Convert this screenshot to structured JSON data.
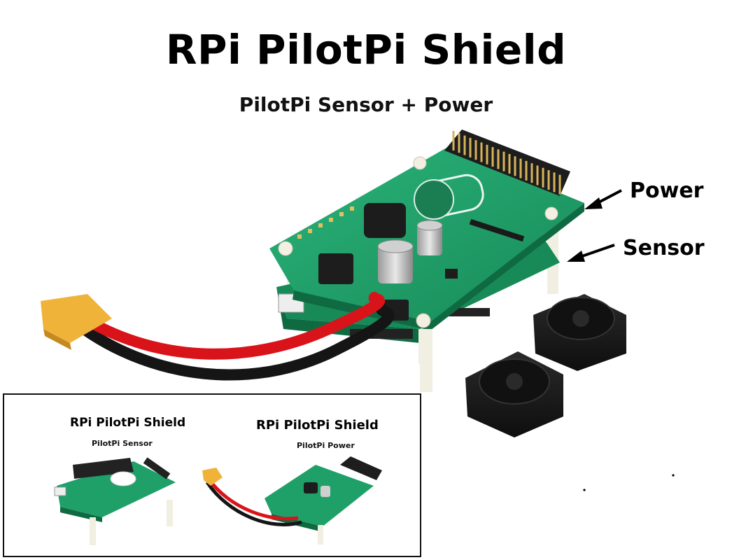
{
  "header": {
    "title": "RPi PilotPi Shield",
    "subtitle": "PilotPi Sensor + Power"
  },
  "callouts": {
    "power": "Power",
    "sensor": "Sensor"
  },
  "inset": {
    "left": {
      "title": "RPi PilotPi Shield",
      "subtitle": "PilotPi Sensor"
    },
    "right": {
      "title": "RPi PilotPi Shield",
      "subtitle": "PilotPi Power"
    }
  },
  "colors": {
    "pcb_green": "#1fa069",
    "connector_yellow": "#f0b33a",
    "wire_red": "#d8141a",
    "wire_black": "#151515",
    "fan_black": "#1a1a1a"
  }
}
